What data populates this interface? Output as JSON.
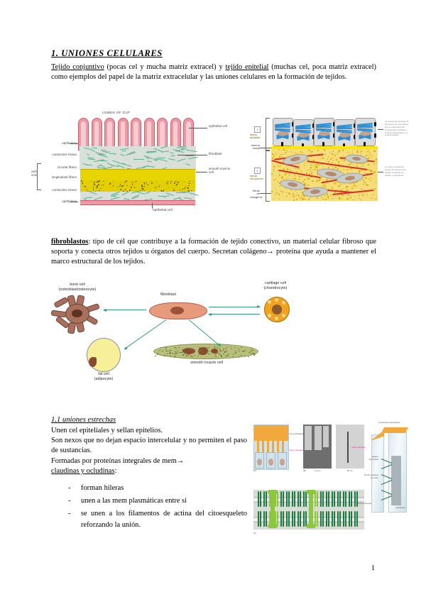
{
  "document": {
    "page_number": "1",
    "heading": "1. UNIONES CELULARES"
  },
  "intro": {
    "t1": "Tejido conjuntivo",
    "t2": " (pocas cel y mucha matriz extracel) y ",
    "t3": "tejido epitelial",
    "t4": " (muchas cel, poca matriz extracel) como ejemplos del papel de la matriz extracelular y las uniones celulares en la formación de tejidos."
  },
  "fibroblastos": {
    "term": "fibroblastos",
    "text": ": tipo de cél que contribuye a la formación de tejido conectivo, un material celular fibroso que soporta y conecta otros tejidos u órganos del cuerpo. Secretan colágeno→ proteína que ayuda a mantener el marco estructural de los tejidos."
  },
  "section_11": {
    "heading": "1.1 uniones estrechas",
    "p1": "Unen cel epiteliales y sellan epitelios.",
    "p2": "Son nexos que no dejan espacio intercelular y no permiten el paso de sustancias.",
    "p3": "Formadas por proteínas integrales de mem→",
    "p4": "claudinas y ocludinas",
    "p4_colon": ":",
    "bullets": [
      "forman hileras",
      "unen a las mem plasmáticas entre sí",
      "se unen a los filamentos de actina del citoesqueleto reforzando la unión."
    ],
    "dash": "-"
  },
  "figure_gut": {
    "caption_title": "LUMEN OF GUT",
    "labels_left": [
      "epithelium",
      "connective tissue",
      "circular fibers",
      "longitudinal fibers",
      "connective tissue",
      "epithelium"
    ],
    "bracket_left": "smooth muscle",
    "labels_right": [
      "epithelial cell",
      "fibroblast",
      "smooth muscle cell"
    ],
    "label_bottom": "epithelial cell",
    "colors": {
      "epithelium": "#eb9aa4",
      "connective": "#d9dfd9",
      "fibers": "#58b38d",
      "muscle": "#e8d400"
    }
  },
  "figure_epithelium": {
    "labels_left": [
      {
        "num": "1",
        "text": "tejido epitelial"
      },
      {
        "num": "",
        "text": "lámina basal"
      },
      {
        "num": "2",
        "text": "tejido conjuntivo"
      },
      {
        "num": "",
        "text": "fibras de colágena"
      }
    ],
    "note_top": "La resistencia mecánica la transmiten de una célula a otra por filamentos del citoesqueleto anclados a uniones intercelulares y a la lámina basal.",
    "note_bottom": "La matriz extracelular resiste directamente las cargas mecánicas de tensión y compresión.",
    "colors": {
      "epithelial_cell": "#dcdcdc",
      "filaments": "#2e8fd4",
      "basal_lamina": "#ffe400",
      "connective": "#f5dd7a",
      "collagen": "#d6302a"
    }
  },
  "figure_cells": {
    "items": [
      {
        "name": "bone cell",
        "sub": "(osteoblast/osteocyte)"
      },
      {
        "name": "fibroblast",
        "sub": ""
      },
      {
        "name": "cartilage cell",
        "sub": "(chondrocyte)"
      },
      {
        "name": "fat cell",
        "sub": "(adipocyte)"
      },
      {
        "name": "smooth muscle cell",
        "sub": ""
      }
    ],
    "arrow_color": "#2e9e7e"
  },
  "figure_junctions": {
    "labels": [
      "microvellosidades",
      "unión estrecha",
      "unión estrecha",
      "fila de proteínas de unión",
      "citoplasma",
      "espacio intercelular",
      "membranas plasmáticas"
    ],
    "scale_bars": [
      "0.1 µm",
      "50 nm"
    ],
    "panel_letters": [
      "(A)",
      "(B)",
      "(C)",
      "(D)"
    ],
    "protein_colors": {
      "claudin": "#1e7a43",
      "occludin": "#8dc63f"
    }
  }
}
